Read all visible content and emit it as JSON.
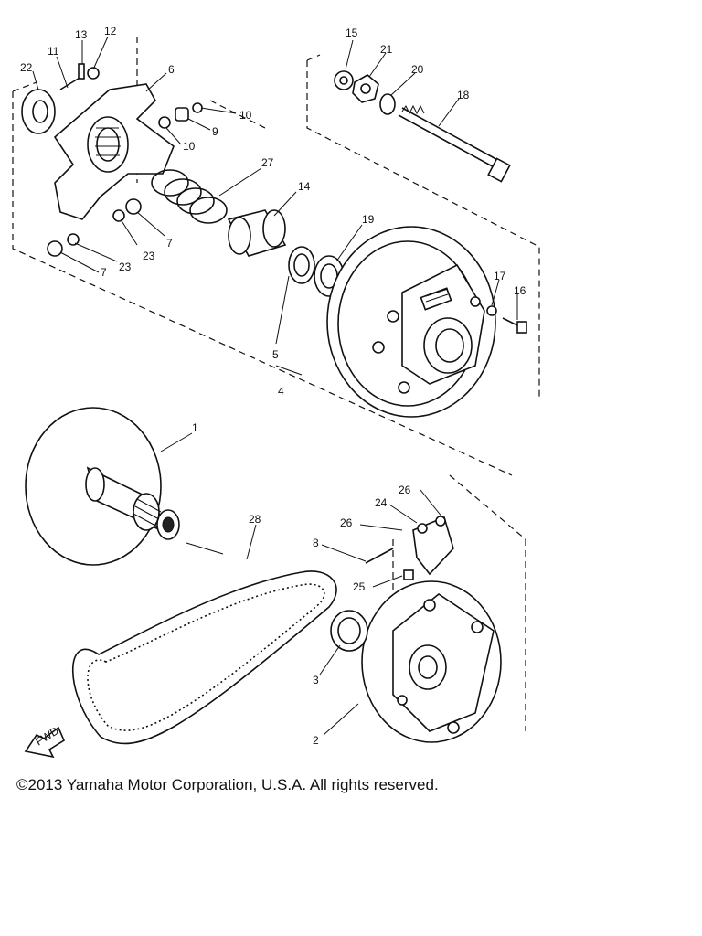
{
  "diagram": {
    "part_numbers": [
      "1",
      "2",
      "3",
      "4",
      "5",
      "6",
      "7",
      "8",
      "9",
      "10",
      "11",
      "12",
      "13",
      "14",
      "15",
      "16",
      "17",
      "18",
      "19",
      "20",
      "21",
      "22",
      "23",
      "24",
      "25",
      "26",
      "27",
      "28"
    ],
    "direction_arrow_label": "FWD"
  },
  "copyright": "©2013 Yamaha Motor Corporation, U.S.A. All rights reserved."
}
